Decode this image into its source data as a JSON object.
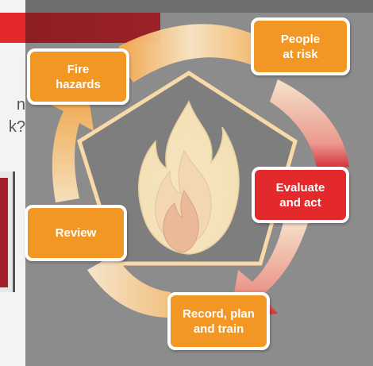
{
  "diagram": {
    "steps": [
      {
        "label_line1": "Fire",
        "label_line2": "hazards"
      },
      {
        "label_line1": "People",
        "label_line2": "at risk"
      },
      {
        "label_line1": "Evaluate",
        "label_line2": "and act"
      },
      {
        "label_line1": "Record, plan",
        "label_line2": "and train"
      },
      {
        "label_line1": "Review",
        "label_line2": ""
      }
    ],
    "colors": {
      "step_orange": "#f29723",
      "step_red": "#e3292b",
      "flame_outer": "#f7edcf",
      "flame_inner": "#f0c9a2",
      "pentagon": "#7e7e7e",
      "ring_light": "#fbe8c8",
      "ring_orange": "#f4a646",
      "ring_red": "#d5202a"
    },
    "icons": [
      "fire-icon",
      "cycle-arrows"
    ]
  },
  "background": {
    "peek_text_1": "n",
    "peek_text_2": "k?"
  }
}
